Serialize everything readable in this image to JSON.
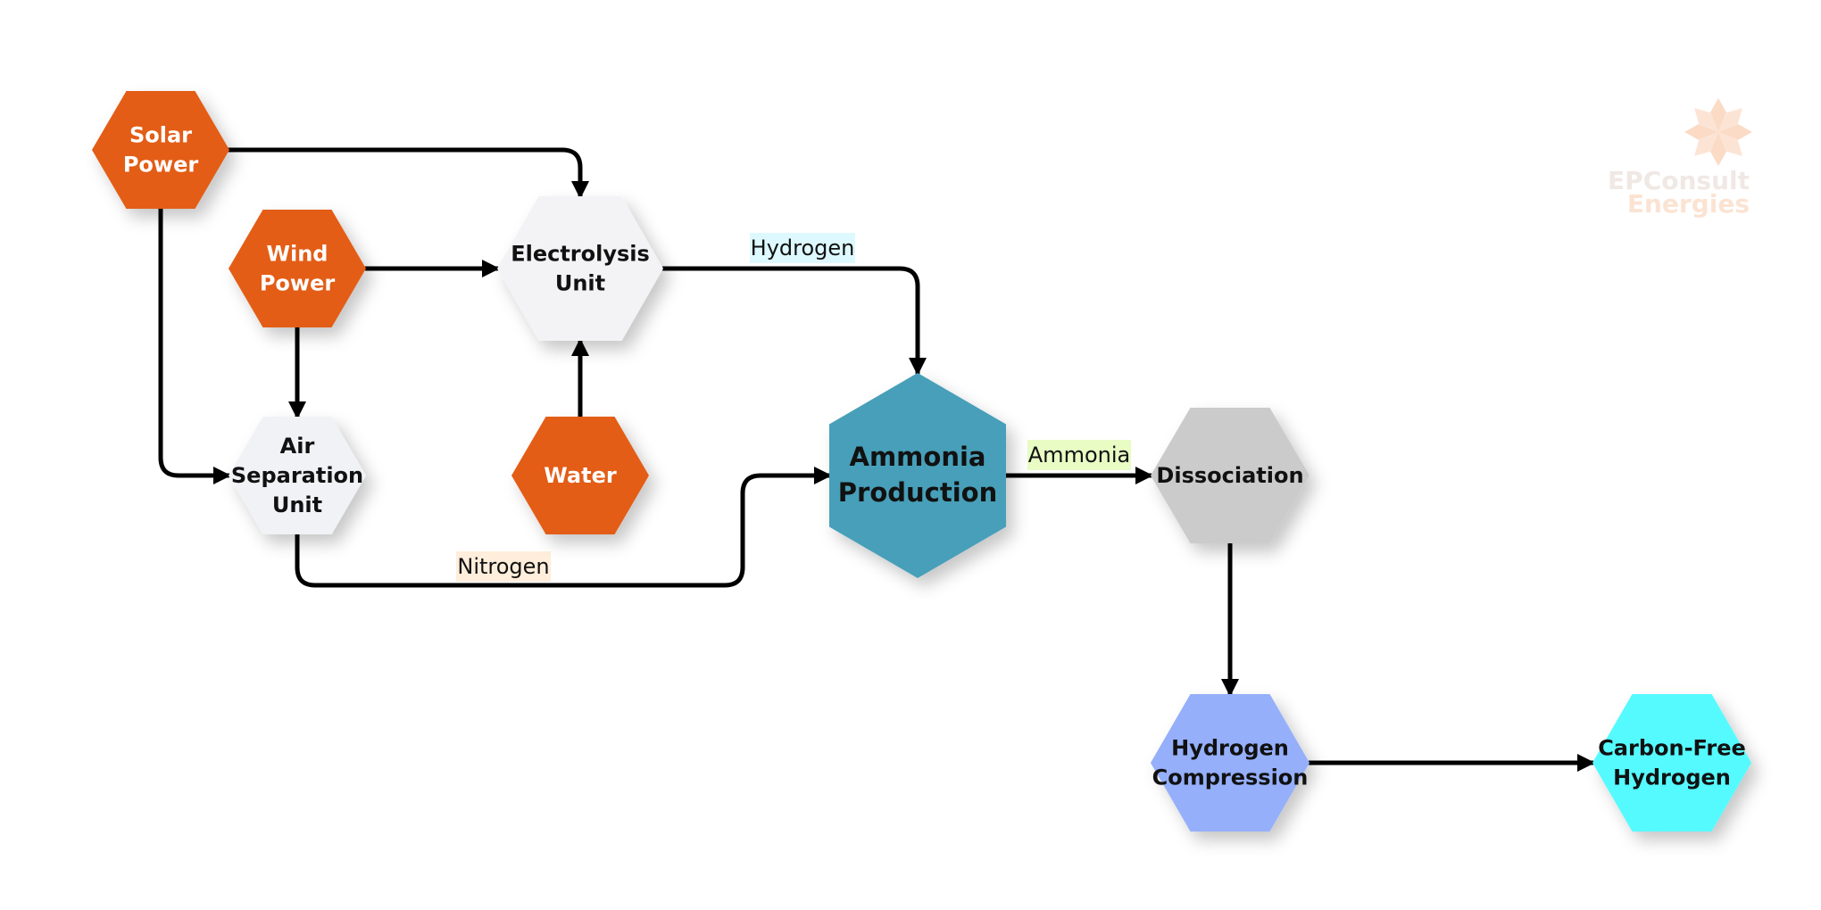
{
  "nodes": [
    {
      "id": "solar-power",
      "lines": [
        "Solar",
        "Power"
      ],
      "fill": "#E35D14",
      "text_color": "#ffffff"
    },
    {
      "id": "wind-power",
      "lines": [
        "Wind",
        "Power"
      ],
      "fill": "#E35D14",
      "text_color": "#ffffff"
    },
    {
      "id": "electrolysis-unit",
      "lines": [
        "Electrolysis",
        "Unit"
      ],
      "fill": "#F3F3F6",
      "text_color": "#111111"
    },
    {
      "id": "air-separation-unit",
      "lines": [
        "Air",
        "Separation",
        "Unit"
      ],
      "fill": "#F1F2F5",
      "text_color": "#111111"
    },
    {
      "id": "water",
      "lines": [
        "Water"
      ],
      "fill": "#E35D14",
      "text_color": "#ffffff"
    },
    {
      "id": "ammonia-production",
      "lines": [
        "Ammonia",
        "Production"
      ],
      "fill": "#479FB9",
      "text_color": "#111111"
    },
    {
      "id": "dissociation",
      "lines": [
        "Dissociation"
      ],
      "fill": "#CBCBCB",
      "text_color": "#111111"
    },
    {
      "id": "hydrogen-compression",
      "lines": [
        "Hydrogen",
        "Compression"
      ],
      "fill": "#95AFFB",
      "text_color": "#111111"
    },
    {
      "id": "carbon-free-hydrogen",
      "lines": [
        "Carbon-Free",
        "Hydrogen"
      ],
      "fill": "#55FAFF",
      "text_color": "#111111"
    }
  ],
  "edges": [
    {
      "from": "solar-power",
      "to": "electrolysis-unit"
    },
    {
      "from": "solar-power",
      "to": "air-separation-unit"
    },
    {
      "from": "wind-power",
      "to": "electrolysis-unit"
    },
    {
      "from": "wind-power",
      "to": "air-separation-unit"
    },
    {
      "from": "water",
      "to": "electrolysis-unit"
    },
    {
      "from": "electrolysis-unit",
      "to": "ammonia-production",
      "label": "Hydrogen",
      "label_color": "#DDF9FF"
    },
    {
      "from": "air-separation-unit",
      "to": "ammonia-production",
      "label": "Nitrogen",
      "label_color": "#FFEEDB"
    },
    {
      "from": "ammonia-production",
      "to": "dissociation",
      "label": "Ammonia",
      "label_color": "#E8FCC4"
    },
    {
      "from": "dissociation",
      "to": "hydrogen-compression"
    },
    {
      "from": "hydrogen-compression",
      "to": "carbon-free-hydrogen"
    }
  ],
  "logo": {
    "line1": "EPConsult",
    "line2": "Energies",
    "color1": "#F0E8E4",
    "color2": "#FBE3D3",
    "star_color": "#FBD9C3"
  },
  "colors": {
    "edge": "#000000"
  }
}
